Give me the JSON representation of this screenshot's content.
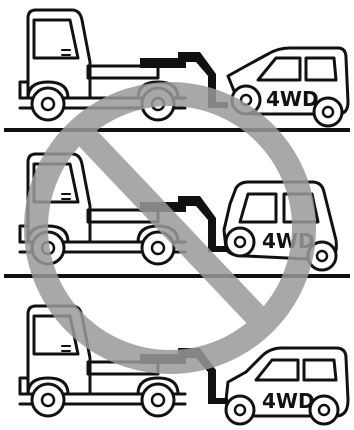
{
  "illustration": {
    "scenes": [
      {
        "car_label": "4WD"
      },
      {
        "car_label": "4WD"
      },
      {
        "car_label": "4WD"
      }
    ],
    "prohibition_color": "#9a9a9a",
    "line_color": "#111111"
  }
}
